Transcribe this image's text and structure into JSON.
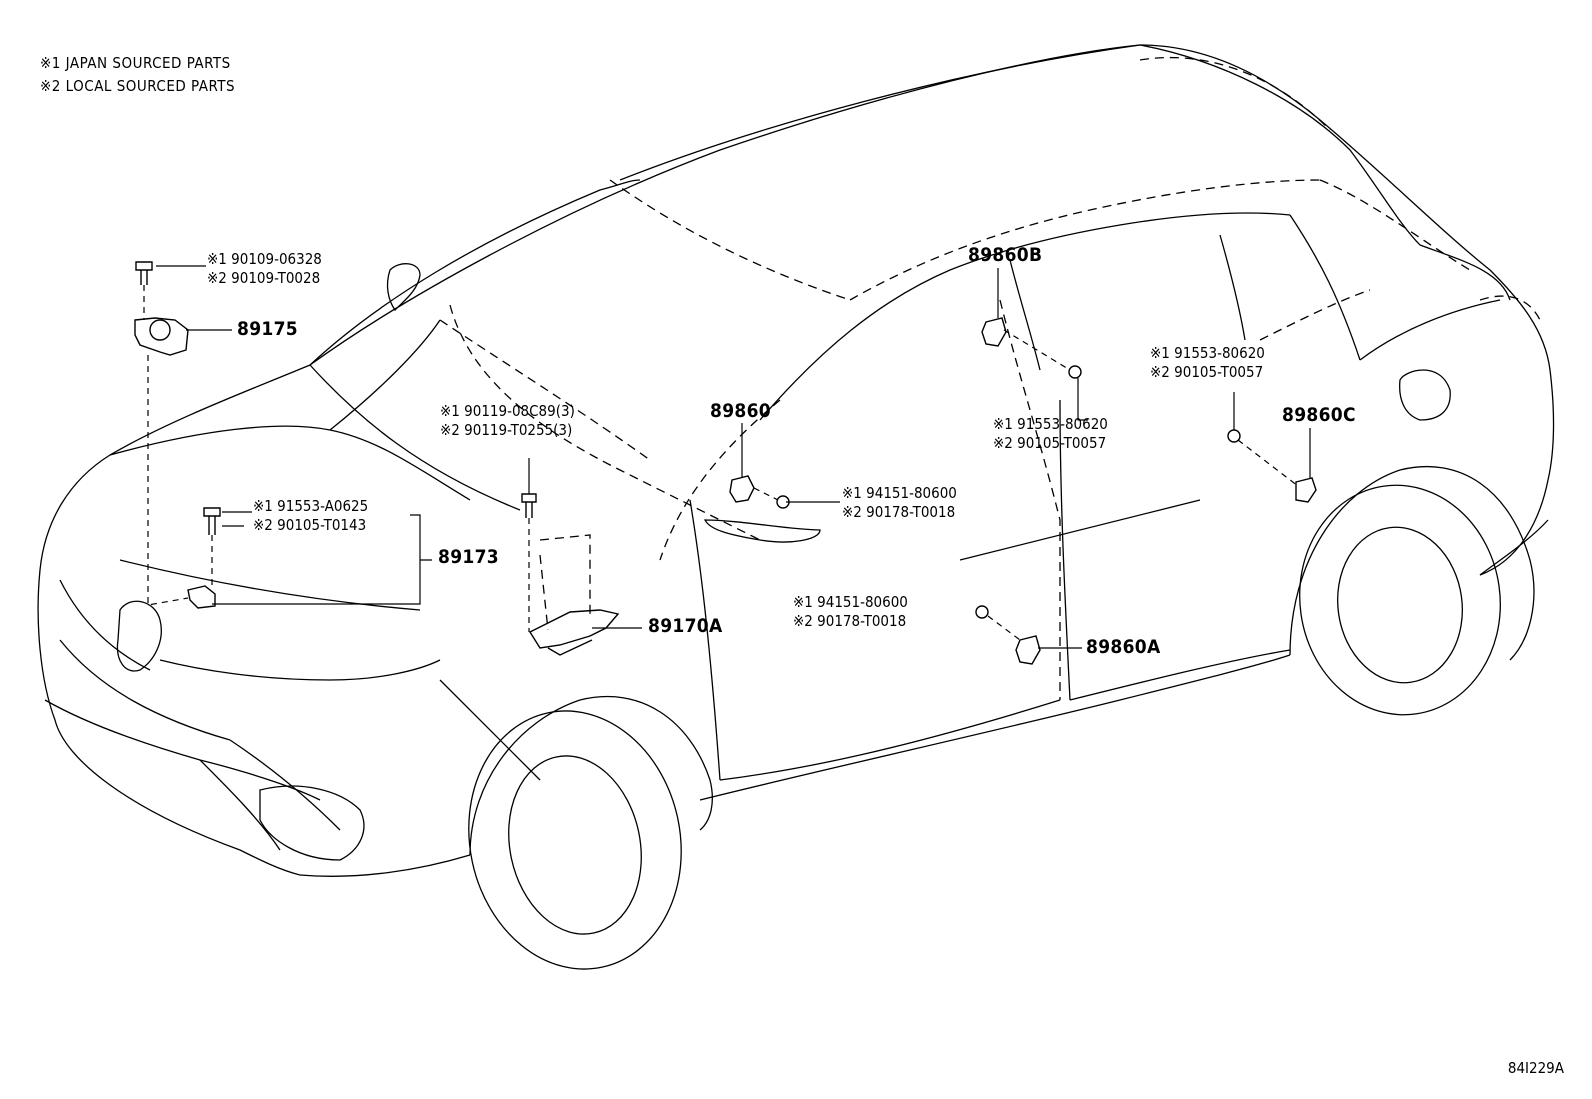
{
  "legend": {
    "note1": "※1 JAPAN SOURCED PARTS",
    "note2": "※2 LOCAL SOURCED PARTS"
  },
  "callouts": {
    "bolt_89175": {
      "line1": "※1 90109-06328",
      "line2": "※2 90109-T0028"
    },
    "part_89175": "89175",
    "bolt_89173": {
      "line1": "※1 91553-A0625",
      "line2": "※2 90105-T0143"
    },
    "part_89173": "89173",
    "bolt_89170a": {
      "line1": "※1 90119-08C89(3)",
      "line2": "※2 90119-T0255(3)"
    },
    "part_89170a": "89170A",
    "part_89860": "89860",
    "nut_89860": {
      "line1": "※1 94151-80600",
      "line2": "※2 90178-T0018"
    },
    "part_89860b": "89860B",
    "bolt_89860b": {
      "line1": "※1 91553-80620",
      "line2": "※2 90105-T0057"
    },
    "bolt_89860c": {
      "line1": "※1 91553-80620",
      "line2": "※2 90105-T0057"
    },
    "part_89860c": "89860C",
    "nut_89860a": {
      "line1": "※1 94151-80600",
      "line2": "※2 90178-T0018"
    },
    "part_89860a": "89860A"
  },
  "figure_ref": "84I229A"
}
